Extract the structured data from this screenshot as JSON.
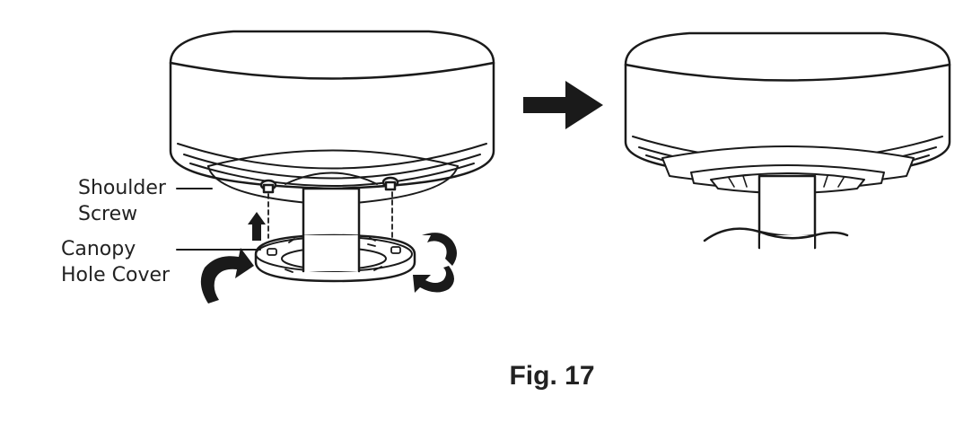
{
  "labels": {
    "shoulder_screw_line1": "Shoulder",
    "shoulder_screw_line2": "Screw",
    "canopy_hole_cover_line1": "Canopy",
    "canopy_hole_cover_line2": "Hole Cover"
  },
  "caption": "Fig. 17",
  "colors": {
    "line": "#1a1a1a",
    "fill": "#ffffff",
    "text": "#222222"
  }
}
